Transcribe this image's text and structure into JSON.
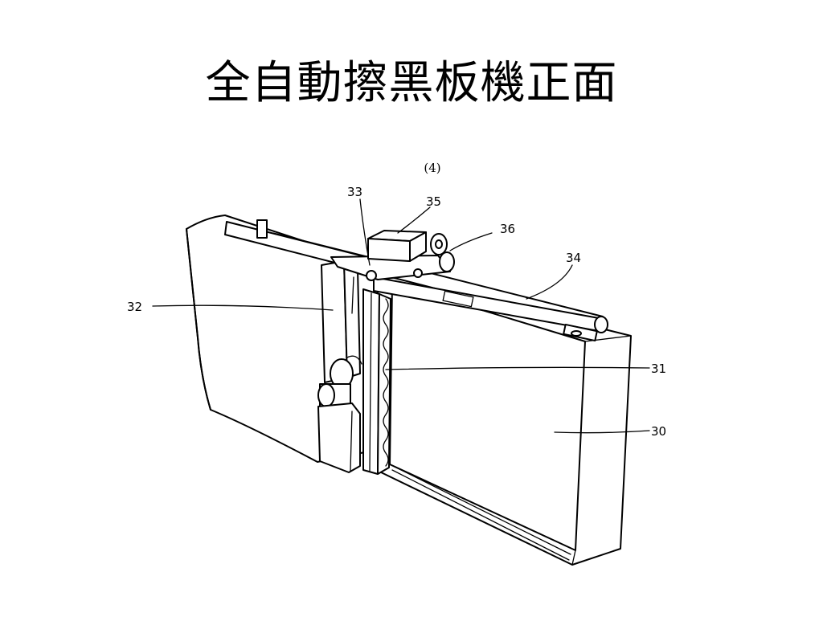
{
  "slide": {
    "title": "全自動擦黑板機正面"
  },
  "figure": {
    "number": "(4)",
    "callouts": {
      "c30": "30",
      "c31": "31",
      "c32": "32",
      "c33": "33",
      "c34": "34",
      "c35": "35",
      "c36": "36"
    }
  },
  "colors": {
    "ink": "#000000",
    "background": "#ffffff"
  }
}
